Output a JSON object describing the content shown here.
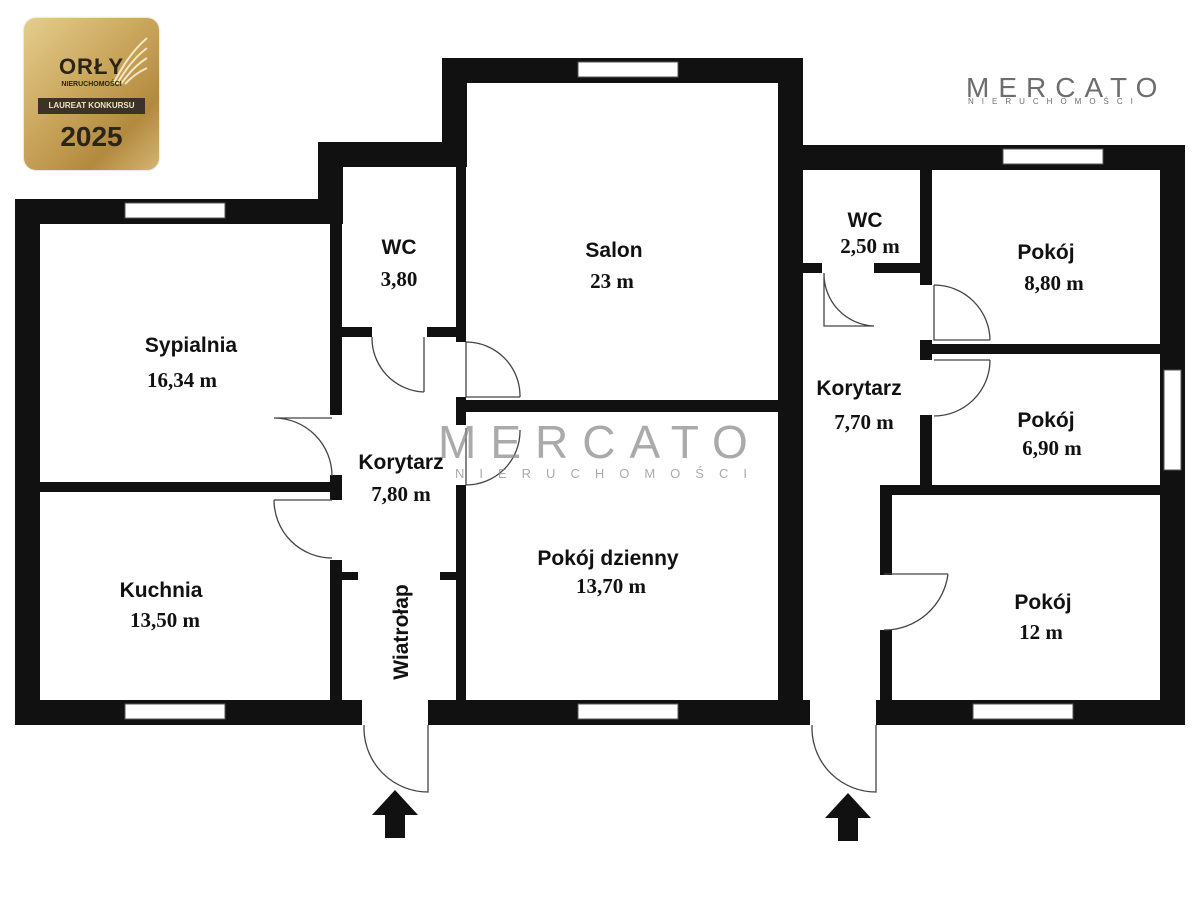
{
  "badge": {
    "title": "ORŁY",
    "subtitle": "NIERUCHOMOŚCI",
    "band": "LAUREAT KONKURSU",
    "year": "2025"
  },
  "logo": {
    "name": "MERCATO",
    "tagline": "NIERUCHOMOŚCI"
  },
  "watermark": {
    "name": "MERCATO",
    "tagline": "NIERUCHOMOŚCI"
  },
  "rooms": {
    "sypialnia": {
      "name": "Sypialnia",
      "area": "16,34 m"
    },
    "kuchnia": {
      "name": "Kuchnia",
      "area": "13,50 m"
    },
    "wc_left": {
      "name": "WC",
      "area": "3,80"
    },
    "korytarz_left": {
      "name": "Korytarz",
      "area": "7,80 m"
    },
    "wiatrolap": {
      "name": "Wiatrołap"
    },
    "salon": {
      "name": "Salon",
      "area": "23 m"
    },
    "pokoj_dzienny": {
      "name": "Pokój dzienny",
      "area": "13,70 m"
    },
    "wc_right": {
      "name": "WC",
      "area": "2,50 m"
    },
    "korytarz_right": {
      "name": "Korytarz",
      "area": "7,70 m"
    },
    "pokoj_1": {
      "name": "Pokój",
      "area": "8,80 m"
    },
    "pokoj_2": {
      "name": "Pokój",
      "area": "6,90 m"
    },
    "pokoj_3": {
      "name": "Pokój",
      "area": "12 m"
    }
  },
  "colors": {
    "wall": "#111111",
    "badge_gold": "#c9a55b",
    "logo_gray": "#6d6d6d"
  }
}
